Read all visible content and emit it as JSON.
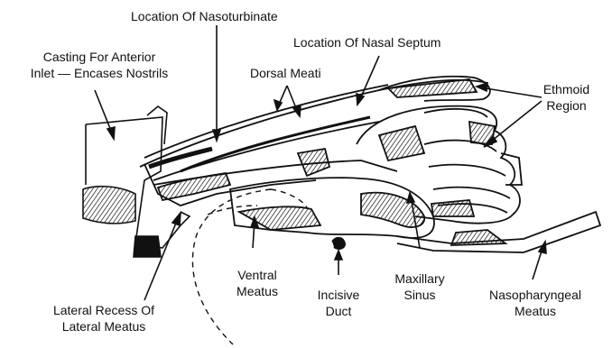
{
  "labels": {
    "nasoturbinate": "Location Of Nasoturbinate",
    "nasal_septum": "Location Of Nasal Septum",
    "casting_line1": "Casting For Anterior",
    "casting_line2": "Inlet — Encases Nostrils",
    "dorsal_meati": "Dorsal Meati",
    "ethmoid_line1": "Ethmoid",
    "ethmoid_line2": "Region",
    "ventral_line1": "Ventral",
    "ventral_line2": "Meatus",
    "incisive_line1": "Incisive",
    "incisive_line2": "Duct",
    "maxillary_line1": "Maxillary",
    "maxillary_line2": "Sinus",
    "nasopharyngeal_line1": "Nasopharyngeal",
    "nasopharyngeal_line2": "Meatus",
    "lateral_line1": "Lateral Recess Of",
    "lateral_line2": "Lateral Meatus"
  }
}
